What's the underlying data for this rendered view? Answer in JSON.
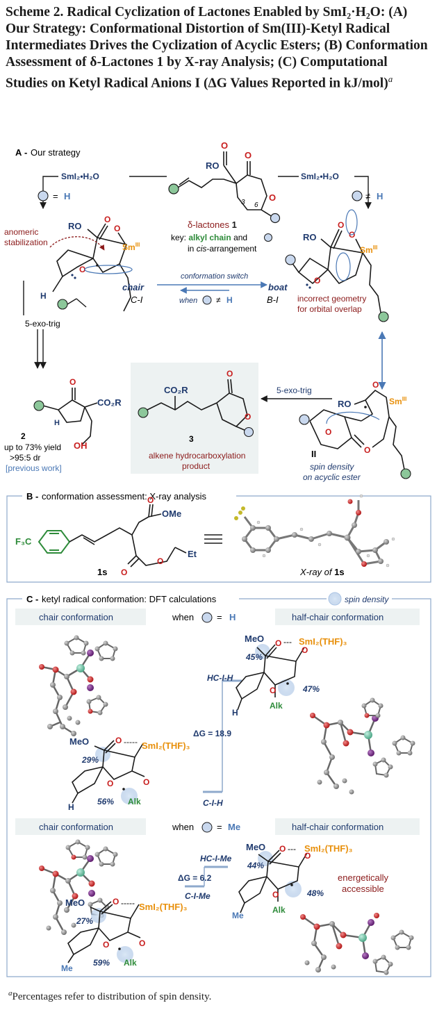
{
  "caption": {
    "label": "Scheme 2.",
    "title": "Radical Cyclization of Lactones Enabled by SmI₂·H₂O: (A) Our Strategy: Conformational Distortion of Sm(III)-Ketyl Radical Intermediates Drives the Cyclization of Acyclic Esters; (B) Conformation Assessment of δ-Lactones 1 by X-ray Analysis; (C) Computational Studies on Ketyl Radical Anions I (ΔG Values Reported in kJ/mol)",
    "note_mark": "a"
  },
  "colors": {
    "navy": "#1f3a6e",
    "blue": "#4a78b5",
    "lightblue": "#a9c3e4",
    "green": "#2e8b3a",
    "darkred": "#8b1a1a",
    "orange": "#e8900c",
    "panel": "#edf2f2",
    "sm_atom": "#7ac9a9",
    "iodine": "#7b2a8a",
    "oxygen": "#c81e1e"
  },
  "panelA": {
    "letter": "A",
    "title": "Our strategy",
    "reagent_left": "SmI₂•H₂O",
    "reagent_right": "SmI₂•H₂O",
    "cond_left_eq": "=",
    "cond_left_h": "H",
    "cond_right_neq": "≠",
    "cond_right_h": "H",
    "substrate_ro": "RO",
    "locant_3": "3",
    "locant_6": "6",
    "lactone_label": "δ-lactones",
    "lactone_num": "1",
    "key_prefix": "key:",
    "key_alkyl": "alkyl chain",
    "key_and": "and",
    "key_in": "in",
    "key_cis": "cis",
    "key_suffix": "-arrangement",
    "anomeric": [
      "anomeric",
      "stabilization"
    ],
    "chair_ro": "RO",
    "sm_left": "Sm",
    "sm_left_sup": "III",
    "chair": "chair",
    "boat": "boat",
    "ci": "C-I",
    "bi": "B-I",
    "switch": "conformation switch",
    "when": "when",
    "when_neq": "≠",
    "when_h": "H",
    "exo_left": "5-exo-trig",
    "boat_ro": "RO",
    "sm_right": "Sm",
    "sm_right_sup": "III",
    "incorrect": [
      "incorrect geometry",
      "for orbital overlap"
    ],
    "prod2_co2r": "CO₂R",
    "prod2_num": "2",
    "prod2_h": "H",
    "prod2_oh": "OH",
    "prod2_yield": "up to 73% yield",
    "prod2_dr": ">95:5 dr",
    "prod2_prev": "[previous work]",
    "prod3_co2r": "CO₂R",
    "prod3_num": "3",
    "prod3_desc": [
      "alkene hydrocarboxylation",
      "product"
    ],
    "exo_right": "5-exo-trig",
    "ii_ro": "RO",
    "ii_sm": "Sm",
    "ii_sm_sup": "III",
    "ii_label": "II",
    "ii_spin": [
      "spin density",
      "on acyclic ester"
    ]
  },
  "panelB": {
    "letter": "B",
    "title": "conformation assessment: X-ray analysis",
    "f3c": "F₃C",
    "ome": "OMe",
    "et": "Et",
    "num": "1s",
    "xray_label": "X-ray of",
    "xray_num": "1s"
  },
  "panelC": {
    "letter": "C",
    "title": "ketyl radical conformation: DFT calculations",
    "spin_legend": "spin density",
    "row1": {
      "left_header": "chair conformation",
      "when": "when",
      "eq": "=",
      "sub": "H",
      "right_header": "half-chair conformation",
      "hc_label": "HC-I-H",
      "c_label": "C-I-H",
      "dg": "ΔG = 18.9",
      "meo_l": "MeO",
      "pct_l1": "29%",
      "pct_l2": "56%",
      "sm_l": "SmI₂(THF)₃",
      "h_l": "H",
      "alk_l": "Alk",
      "meo_r": "MeO",
      "pct_r1": "45%",
      "pct_r2": "47%",
      "sm_r": "SmI₂(THF)₃",
      "h_r": "H",
      "alk_r": "Alk"
    },
    "row2": {
      "left_header": "chair conformation",
      "when": "when",
      "eq": "=",
      "sub": "Me",
      "right_header": "half-chair conformation",
      "hc_label": "HC-I-Me",
      "c_label": "C-I-Me",
      "dg": "ΔG = 6.2",
      "meo_l": "MeO",
      "pct_l1": "27%",
      "pct_l2": "59%",
      "sm_l": "SmI₂(THF)₃",
      "me_l": "Me",
      "alk_l": "Alk",
      "meo_r": "MeO",
      "pct_r1": "44%",
      "pct_r2": "48%",
      "sm_r": "SmI₂(THF)₃",
      "me_r": "Me",
      "alk_r": "Alk",
      "accessible": [
        "energetically",
        "accessible"
      ]
    }
  },
  "footnote": {
    "mark": "a",
    "text": "Percentages refer to distribution of spin density."
  }
}
